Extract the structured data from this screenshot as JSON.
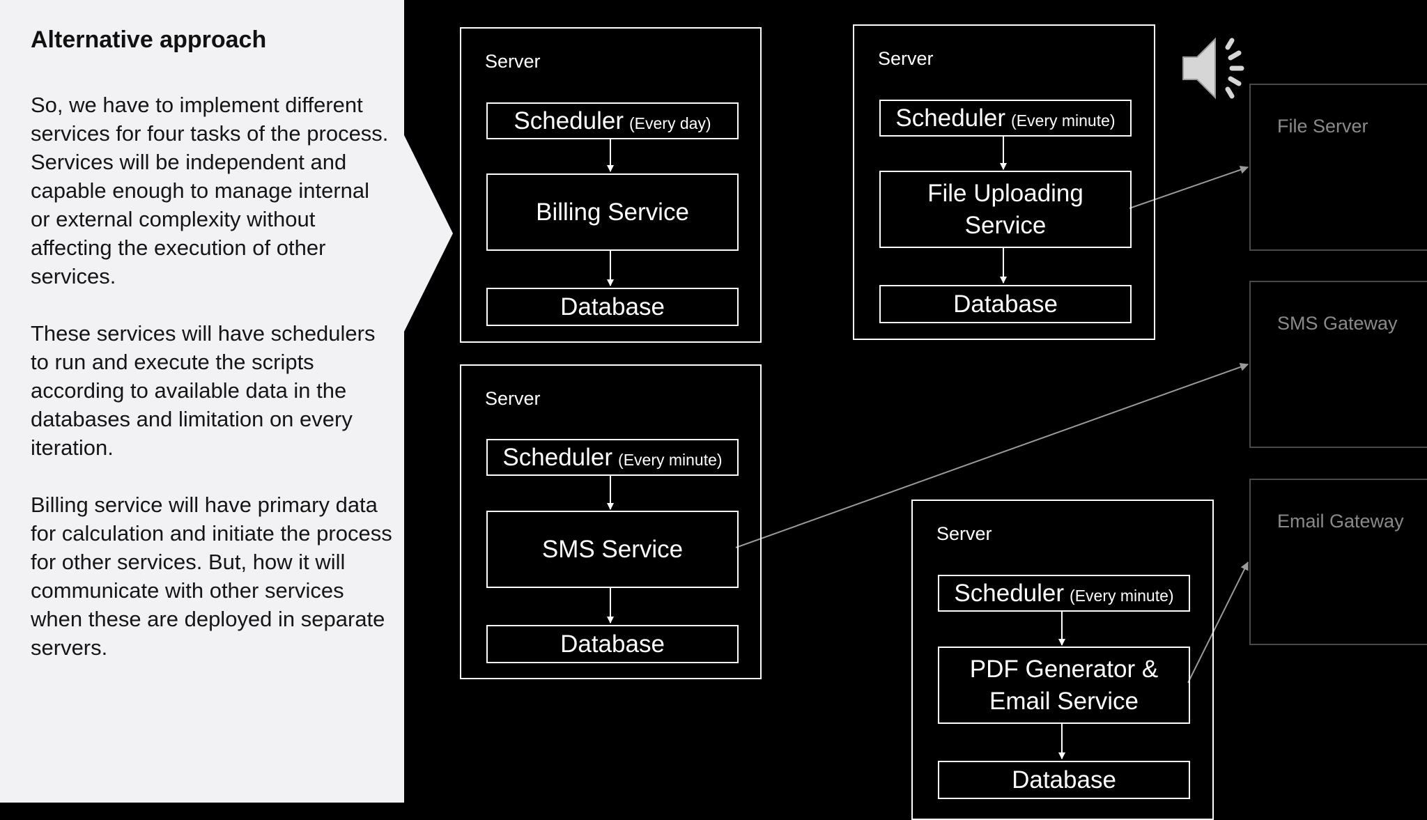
{
  "panel": {
    "title": "Alternative approach",
    "paragraphs": [
      "So, we have to implement different services for four tasks of the process. Services will be independent and capable enough to manage internal or external complexity without affecting the execution of other services.",
      "These services will have schedulers to run and execute the scripts according to available data in the databases and limitation on every iteration.",
      "Billing service will have primary data for calculation and initiate the process for other services. But, how it will communicate with other services when these are deployed in separate servers."
    ]
  },
  "diagram": {
    "servers": [
      {
        "label": "Server",
        "scheduler": "Scheduler",
        "frequency": "(Every day)",
        "service": "Billing Service",
        "database": "Database"
      },
      {
        "label": "Server",
        "scheduler": "Scheduler",
        "frequency": "(Every minute)",
        "service": "File Uploading Service",
        "database": "Database"
      },
      {
        "label": "Server",
        "scheduler": "Scheduler",
        "frequency": "(Every minute)",
        "service": "SMS Service",
        "database": "Database"
      },
      {
        "label": "Server",
        "scheduler": "Scheduler",
        "frequency": "(Every minute)",
        "service": "PDF Generator & Email Service",
        "database": "Database"
      }
    ],
    "gateways": [
      {
        "label": "File Server"
      },
      {
        "label": "SMS Gateway"
      },
      {
        "label": "Email Gateway"
      }
    ]
  },
  "icons": {
    "audio": "speaker-icon"
  },
  "colors": {
    "panel_bg": "#f2f2f4",
    "canvas_bg": "#000000",
    "box_stroke": "#ffffff",
    "gateway_stroke": "#4a4a4a",
    "gateway_text": "#8a8a8a"
  }
}
